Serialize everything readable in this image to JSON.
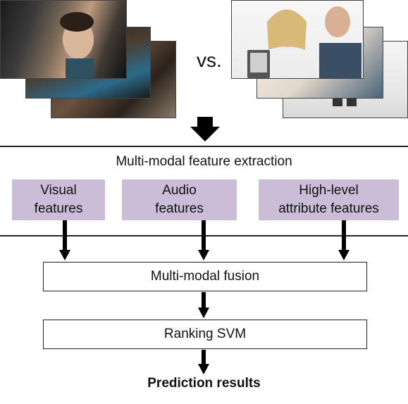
{
  "vs_label": "vs.",
  "section_title": "Multi-modal feature extraction",
  "features": [
    {
      "label": "Visual\nfeatures"
    },
    {
      "label": "Audio\nfeatures"
    },
    {
      "label": "High-level\nattribute features"
    }
  ],
  "fusion_label": "Multi-modal fusion",
  "ranking_label": "Ranking SVM",
  "result_label": "Prediction results",
  "colors": {
    "feature_box": "#cbbcd8",
    "line": "#222222"
  }
}
